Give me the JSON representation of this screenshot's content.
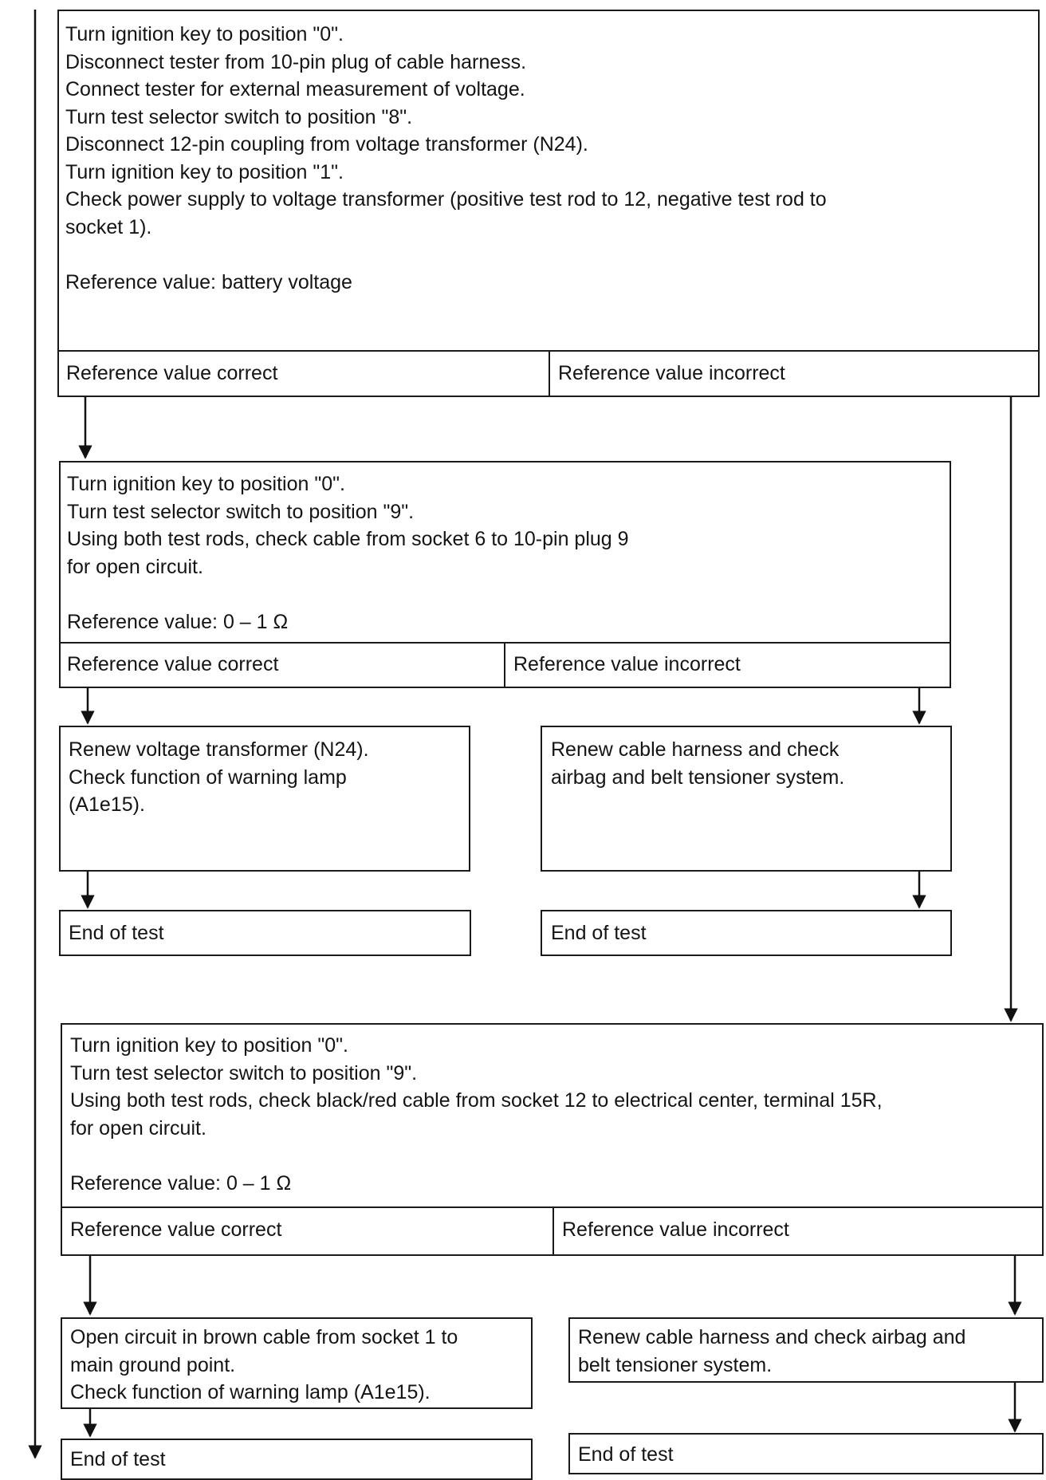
{
  "block1": {
    "lines": [
      "Turn ignition key to position \"0\".",
      "Disconnect tester from 10-pin plug of cable harness.",
      "Connect tester for external measurement of voltage.",
      "Turn test selector switch to position \"8\".",
      "Disconnect 12-pin coupling from voltage transformer (N24).",
      "Turn ignition key to position \"1\".",
      "Check power supply to voltage transformer (positive test rod to 12, negative test rod to",
      "socket 1).",
      "",
      "Reference value: battery voltage"
    ],
    "correct": "Reference value correct",
    "incorrect": "Reference value incorrect"
  },
  "block2": {
    "lines": [
      "Turn ignition key to position \"0\".",
      "Turn test selector switch to position \"9\".",
      "Using both test rods, check cable from socket 6 to 10-pin plug 9",
      "for open circuit.",
      "",
      "Reference value: 0 – 1 Ω"
    ],
    "correct": "Reference value correct",
    "incorrect": "Reference value incorrect"
  },
  "block2_left_action": {
    "lines": [
      "Renew voltage transformer (N24).",
      "Check function of warning lamp",
      "(A1e15)."
    ]
  },
  "block2_right_action": {
    "lines": [
      "Renew cable harness and check",
      "airbag and belt tensioner system."
    ]
  },
  "block2_left_end": "End of test",
  "block2_right_end": "End of test",
  "block3": {
    "lines": [
      "Turn ignition key to position \"0\".",
      "Turn test selector switch to position \"9\".",
      "Using both test rods, check black/red cable from socket 12 to electrical center, terminal 15R,",
      "for open circuit.",
      "",
      "Reference value: 0 – 1 Ω"
    ],
    "correct": "Reference value correct",
    "incorrect": "Reference value incorrect"
  },
  "block3_left_action": {
    "lines": [
      "Open circuit in brown cable from socket 1 to",
      "main ground point.",
      "Check function of warning lamp (A1e15)."
    ]
  },
  "block3_right_action": {
    "lines": [
      "Renew cable harness and check airbag and",
      "belt tensioner system."
    ]
  },
  "block3_left_end": "End of test",
  "block3_right_end": "End of test"
}
